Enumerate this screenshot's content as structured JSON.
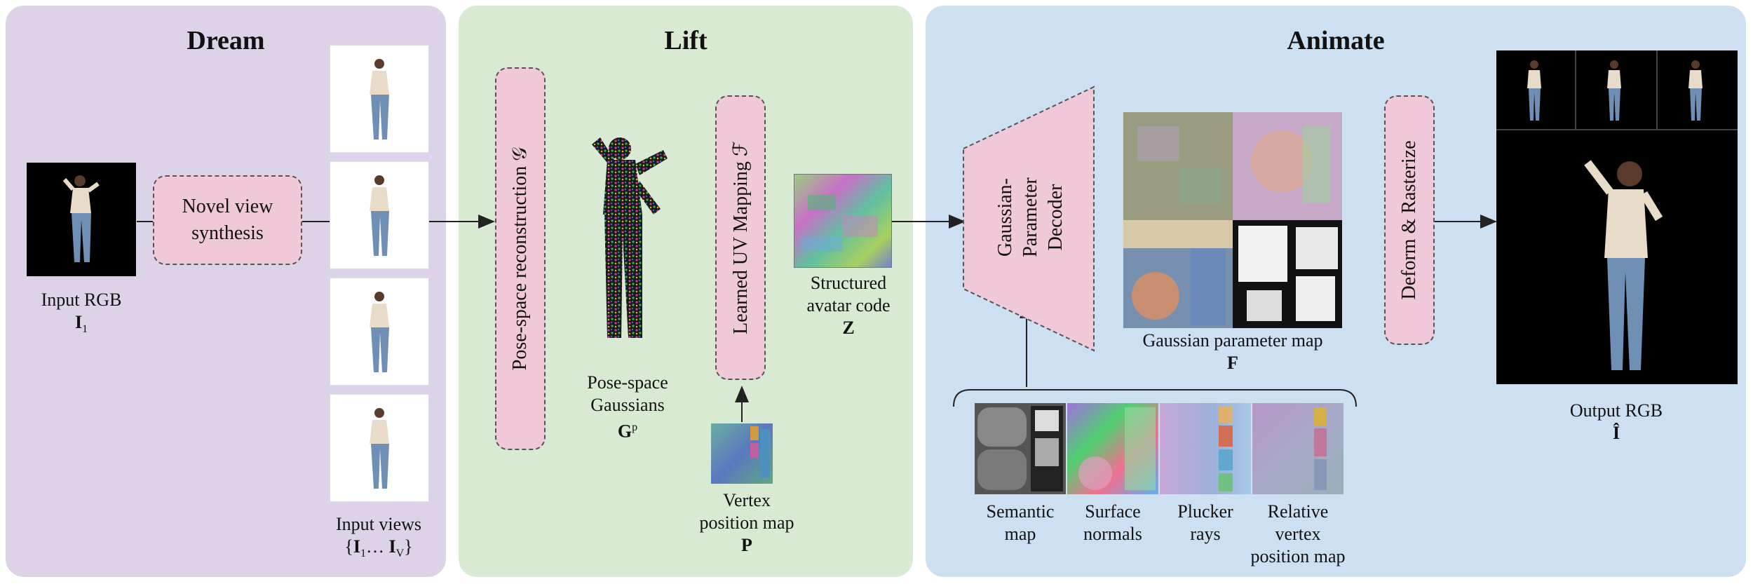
{
  "dream": {
    "title": "Dream",
    "input_label": "Input RGB",
    "input_symbol": "I",
    "input_sub": "1",
    "novel_view_line1": "Novel view",
    "novel_view_line2": "synthesis",
    "views_label": "Input views",
    "views_open": "{",
    "views_i1": "I",
    "views_i1_sub": "1",
    "views_dots": "… ",
    "views_iv": "I",
    "views_iv_sub": "V",
    "views_close": "}"
  },
  "lift": {
    "title": "Lift",
    "pose_recon": "Pose-space reconstruction 𝒢",
    "gaussians_line1": "Pose-space",
    "gaussians_line2": "Gaussians",
    "gaussians_symbol": "G",
    "gaussians_sup": "p",
    "uv_mapping": "Learned UV Mapping ℱ",
    "code_line1": "Structured",
    "code_line2": "avatar code",
    "code_symbol": "Z",
    "vertex_line1": "Vertex",
    "vertex_line2": "position map",
    "vertex_symbol": "P"
  },
  "animate": {
    "title": "Animate",
    "decoder_line1": "Gaussian-",
    "decoder_line2": "Parameter",
    "decoder_line3": "Decoder",
    "param_map_label": "Gaussian parameter map",
    "param_map_symbol": "F",
    "deform": "Deform & Rasterize",
    "output_label": "Output RGB",
    "output_symbol": "Î",
    "legend": [
      {
        "line1": "Semantic",
        "line2": "map"
      },
      {
        "line1": "Surface",
        "line2": "normals"
      },
      {
        "line1": "Plucker",
        "line2": "rays"
      },
      {
        "line1": "Relative",
        "line2": "vertex",
        "line3": "position map"
      }
    ]
  },
  "colors": {
    "dream_bg": "#dcd3e8",
    "lift_bg": "#d9ead2",
    "animate_bg": "#cde0f1",
    "module_fill": "#efc9d8"
  }
}
